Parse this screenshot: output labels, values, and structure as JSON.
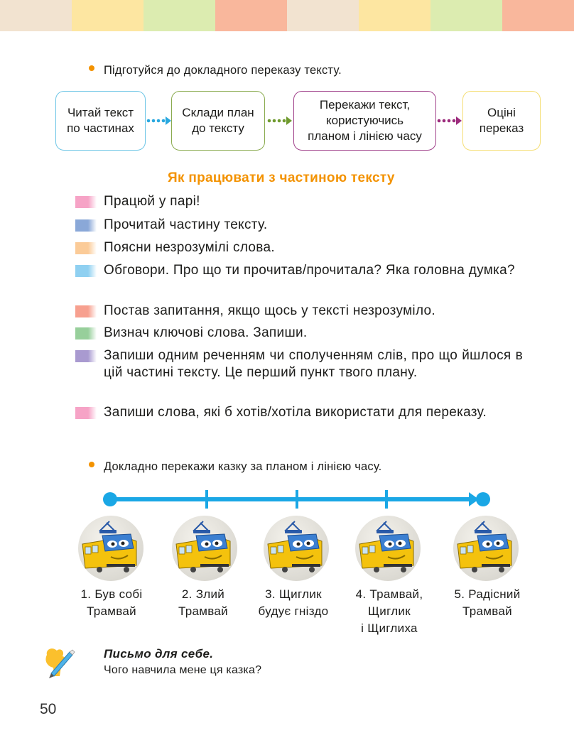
{
  "topbar": {
    "colors": [
      "#f2e3d0",
      "#fde6a1",
      "#dcecb0",
      "#f9b79c",
      "#f2e3d0",
      "#fde6a1",
      "#dcecb0",
      "#f9b79c"
    ]
  },
  "instruction_1": "Підготуйся до докладного переказу тексту.",
  "flow": [
    {
      "lines": [
        "Читай текст",
        "по частинах"
      ],
      "color": "#6ec6e6"
    },
    {
      "lines": [
        "Склади план",
        "до тексту"
      ],
      "color": "#8aab4f"
    },
    {
      "lines": [
        "Перекажи текст,",
        "користуючись",
        "планом і лінією часу"
      ],
      "color": "#a0408a"
    },
    {
      "lines": [
        "Оціні",
        "переказ"
      ],
      "color": "#f5de74"
    }
  ],
  "flow_arrow_colors": [
    "#29a8df",
    "#6f9a2e",
    "#9c2b7c"
  ],
  "section_title": "Як працювати з частиною тексту",
  "steps": [
    {
      "text": "Працюй у парі!",
      "color": "#f6a3c6"
    },
    {
      "text": "Прочитай частину тексту.",
      "color": "#8aa8d8"
    },
    {
      "text": "Поясни незрозумілі слова.",
      "color": "#fbcb98"
    },
    {
      "text": "Обговори. Про що ти прочитав/прочитала? Яка головна думка?",
      "color": "#8fd0f1"
    },
    {
      "text": "Постав запитання, якщо щось у тексті незрозуміло.",
      "color": "#f7a08f"
    },
    {
      "text": "Визнач ключові слова. Запиши.",
      "color": "#97cf9b"
    },
    {
      "text": "Запиши одним реченням чи сполученням слів, про що йшлося в цій частині тексту. Це перший пункт твого плану.",
      "color": "#a99ad0"
    },
    {
      "text": "Запиши слова, які б хотів/хотіла використати для переказу.",
      "color": "#f6a3c6"
    }
  ],
  "instruction_2": "Докладно перекажи казку за планом і лінією часу.",
  "timeline_color": "#1aa7e5",
  "captions": [
    {
      "lines": [
        "1. Був собі",
        "Трамвай"
      ]
    },
    {
      "lines": [
        "2. Злий",
        "Трамвай"
      ]
    },
    {
      "lines": [
        "3. Щиглик",
        "будує гніздо"
      ]
    },
    {
      "lines": [
        "4. Трамвай,",
        "Щиглик",
        "і Щиглиха"
      ]
    },
    {
      "lines": [
        "5. Радісний",
        "Трамвай"
      ]
    }
  ],
  "letter": {
    "title": "Письмо для себе.",
    "question": "Чого навчила мене ця казка?",
    "icon": "pencil-hand-icon"
  },
  "page_number": "50"
}
